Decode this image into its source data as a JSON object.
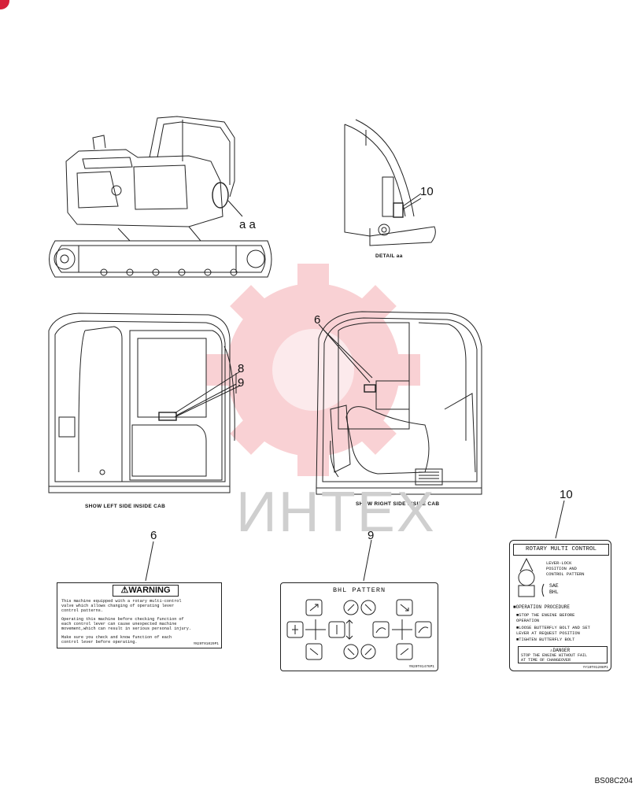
{
  "callouts": {
    "detail_ref": "a a",
    "c10_top": "10",
    "c6_top": "6",
    "c8": "8",
    "c9_top": "9",
    "c10_bottom": "10",
    "c6_bottom": "6",
    "c9_bottom": "9"
  },
  "captions": {
    "detail": "DETAIL aa",
    "left_cab": "SHOW LEFT SIDE INSIDE CAB",
    "right_cab": "SHOW RIGHT SIDE INSIDE CAB"
  },
  "watermark": {
    "text": "ИНТЕХ",
    "logo": "gear-logo-icon",
    "color": "#e8333f"
  },
  "warning_decal": {
    "header": "WARNING",
    "lines": [
      "This machine equipped with a rotary multi-control",
      "valve which allows changing of operating lever",
      "control patterns.",
      "Operating this machine before checking function of",
      "each control lever can cause unexpected machine",
      "movement,which can result in serious personal injury.",
      "Make sure you check and know function of each",
      "control lever before operating."
    ],
    "code": "YN20T01029P1"
  },
  "bhl_decal": {
    "title": "BHL PATTERN",
    "code": "YN20T01476P1"
  },
  "rotary_decal": {
    "title": "ROTARY MULTI CONTROL",
    "right_lines": [
      "LEVER-LOCK",
      "POSITION AND",
      "CONTROL PATTERN"
    ],
    "sae": "SAE",
    "bhl": "BHL",
    "proc_title": "■OPERATION PROCEDURE",
    "proc_lines": [
      "■STOP THE ENGINE BEFORE",
      " OPERATION",
      "■LOOSE BUTTERFLY BOLT AND SET",
      " LEVER AT REQUEST POSITION",
      "■TIGHTEN BUTTERFLY BOLT"
    ],
    "danger": "DANGER",
    "danger_lines": [
      "STOP THE ENGINE WITHOUT FAIL",
      "AT TIME OF CHANGEOVER"
    ],
    "code": "YY10T01208P1"
  },
  "drawing_id": "BS08C204"
}
